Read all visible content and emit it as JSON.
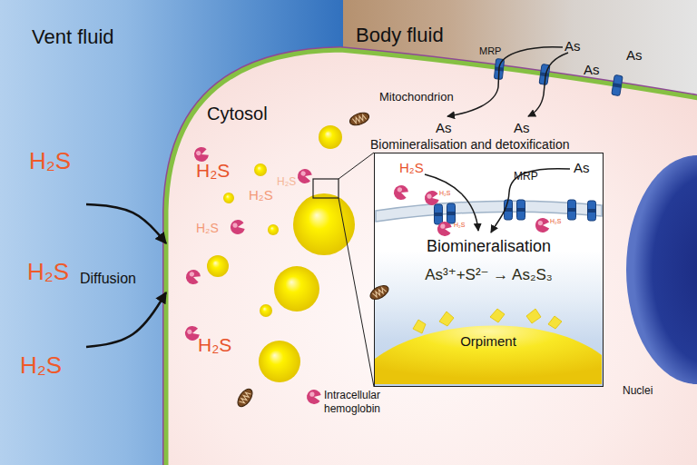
{
  "diagram": {
    "nodes": [
      {
        "text": [
          "Vent fluid"
        ]
      },
      {
        "text": [
          "Body fluid"
        ]
      },
      {
        "text": [
          "Cytosol"
        ]
      },
      {
        "text": [
          "Biomineralisation",
          "As³⁺+S²⁻ → As₂S₃"
        ],
        "in": 2
      },
      {
        "text": [
          "Orpiment"
        ],
        "in": 3
      },
      {
        "text": [
          "Nuclei"
        ],
        "in": 2
      }
    ],
    "edges": [
      {
        "from": 0,
        "to": 2,
        "arrow": "to"
      },
      {
        "from": 0,
        "to": 2,
        "label": "Diffusion",
        "arrow": "to"
      }
    ],
    "labels": [
      "MRP",
      "As",
      "As",
      "As",
      "As",
      "As",
      "Mitochondrion",
      "Biomineralisation and detoxification",
      "H₂S",
      "H₂S",
      "H₂S",
      "H₂S",
      "H₂S",
      "H₂S",
      "H₂S",
      "H₂S",
      "Intracellular hemoglobin",
      "H₂S",
      "H₂S",
      "H₂S",
      "H₂S",
      "MRP",
      "As"
    ]
  }
}
